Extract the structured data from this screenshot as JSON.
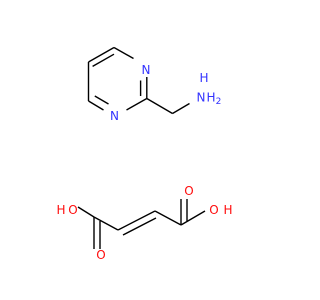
{
  "atom_colors": {
    "bond": "#000000",
    "nitrogen": "#3333ff",
    "oxygen": "#ff0d0d"
  },
  "molecule_1": {
    "ring_nitrogen_top": "N",
    "ring_nitrogen_bottom": "N",
    "amine_n": "N",
    "amine_h": "H",
    "amine_h2_sub": "2"
  },
  "molecule_2": {
    "left_o": "O",
    "left_oh_h": "H",
    "left_carbonyl_o": "O",
    "right_o": "O",
    "right_oh_h": "H",
    "right_carbonyl_o": "O"
  }
}
